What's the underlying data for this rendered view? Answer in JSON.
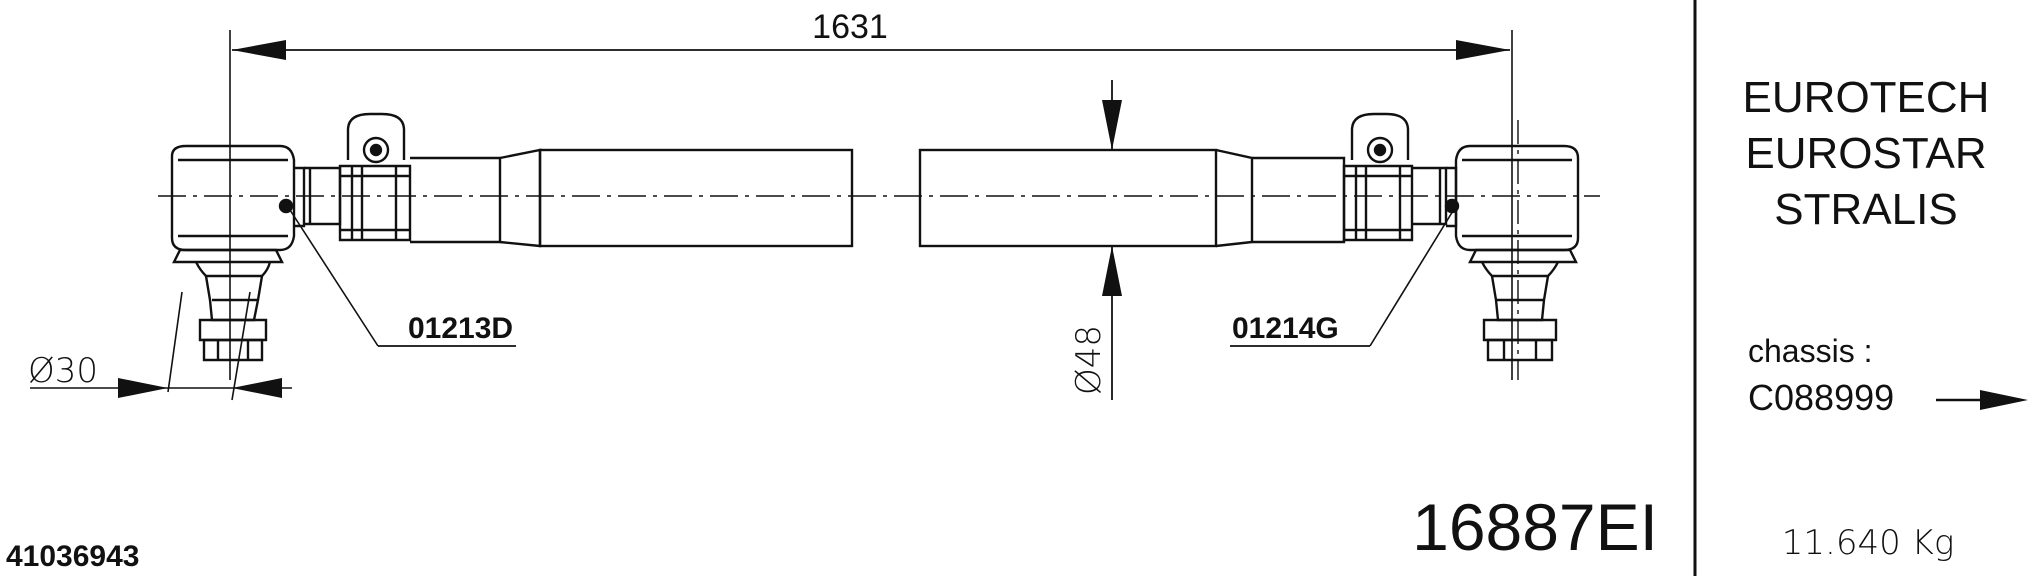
{
  "dimensions": {
    "overall_length": "1631",
    "tube_diameter": "Ø48",
    "ball_stud_diameter": "Ø30"
  },
  "parts": {
    "left_end_ref": "01213D",
    "right_end_ref": "01214G"
  },
  "reference": {
    "main_number": "16887EI",
    "oe_number": "41036943"
  },
  "applications": {
    "models": [
      "EUROTECH",
      "EUROSTAR",
      "STRALIS"
    ],
    "chassis_label": "chassis :",
    "chassis_value": "C088999"
  },
  "weight": "11.640 Kg"
}
